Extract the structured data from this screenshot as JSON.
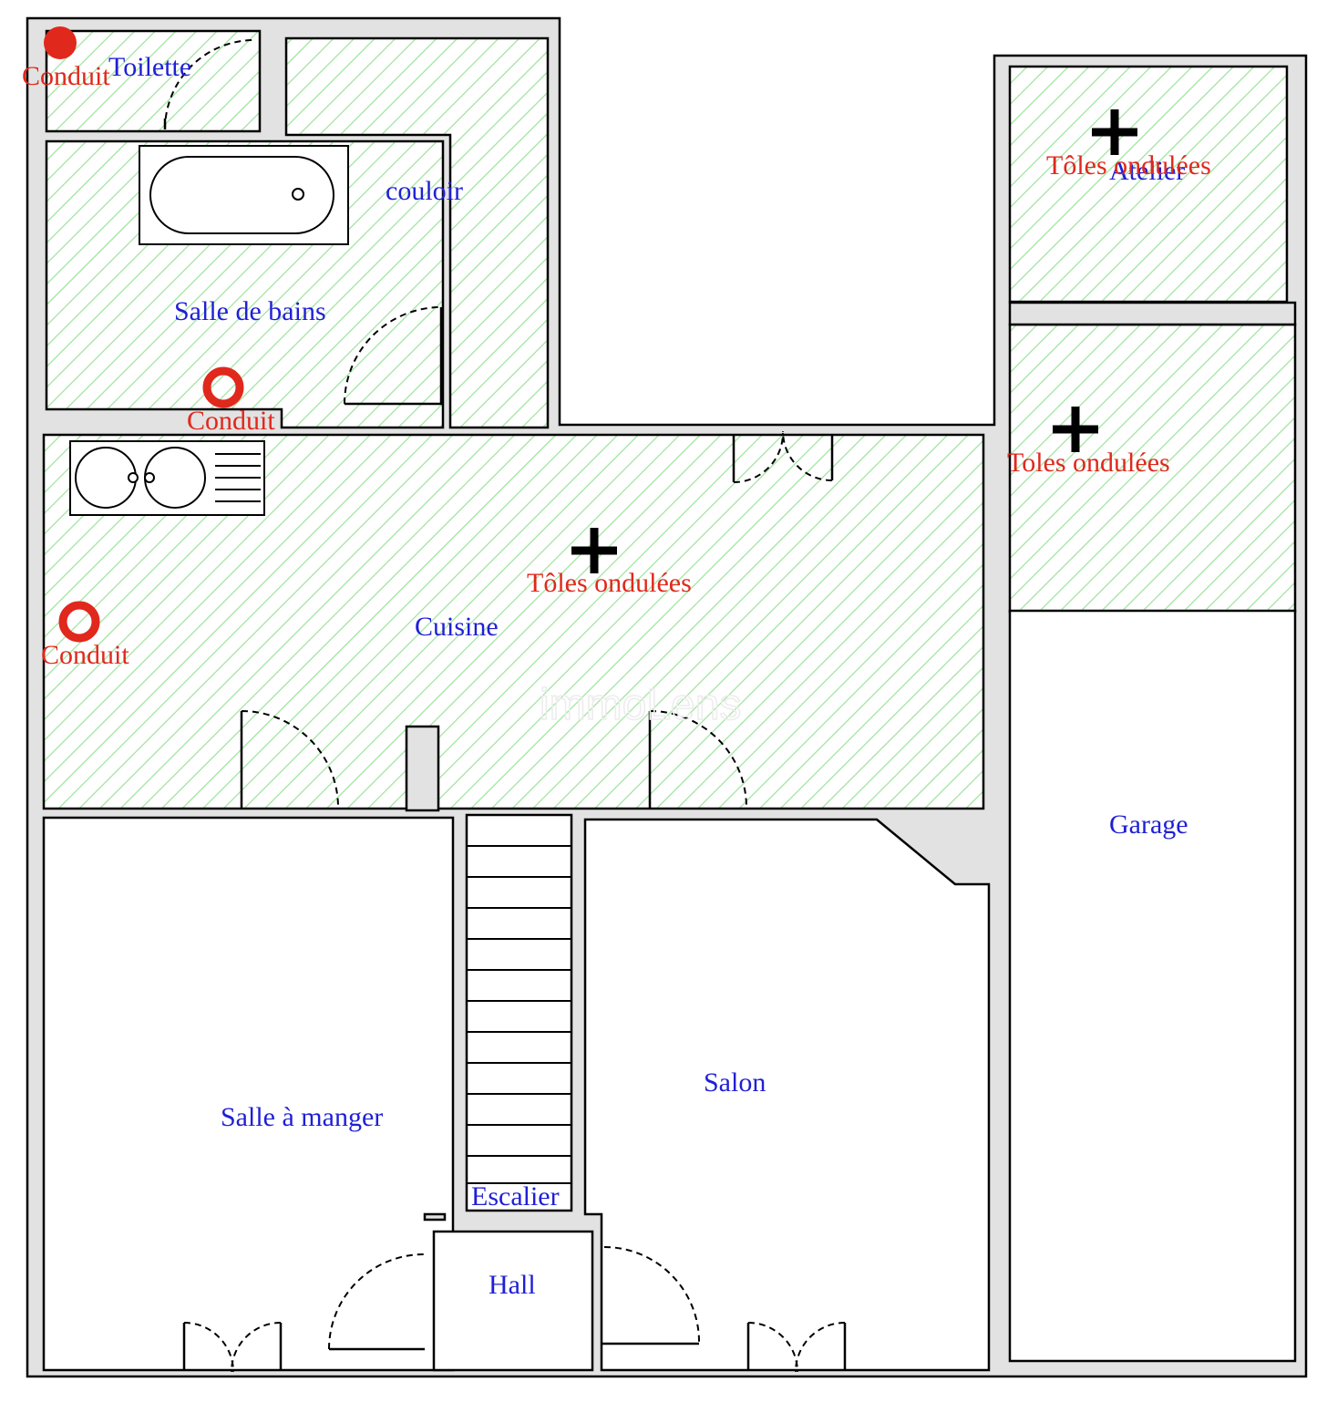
{
  "rooms": {
    "toilette": "Toilette",
    "couloir": "couloir",
    "salle_de_bains": "Salle de bains",
    "cuisine": "Cuisine",
    "atelier": "Atelier",
    "garage": "Garage",
    "salon": "Salon",
    "salle_a_manger": "Salle à manger",
    "escalier": "Escalier",
    "hall": "Hall"
  },
  "markers": {
    "conduit": "Conduit",
    "toles_ondulees": "Tôles ondulées",
    "toles_ondulees_alt": "Toles ondulées"
  },
  "watermark": "immoLens",
  "colors": {
    "room_label": "#1f1fd6",
    "marker_label": "#e0281c",
    "hatch": "#9be39b",
    "wall_fill": "#e2e2e2"
  }
}
